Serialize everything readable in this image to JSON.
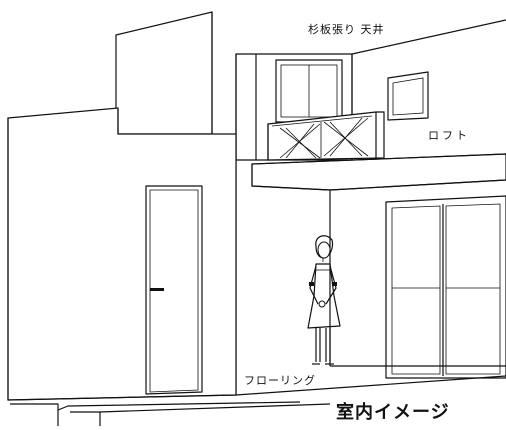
{
  "labels": {
    "ceiling": "杉板張り 天井",
    "loft": "ロフト",
    "floor": "フローリング",
    "title": "室内イメージ"
  }
}
